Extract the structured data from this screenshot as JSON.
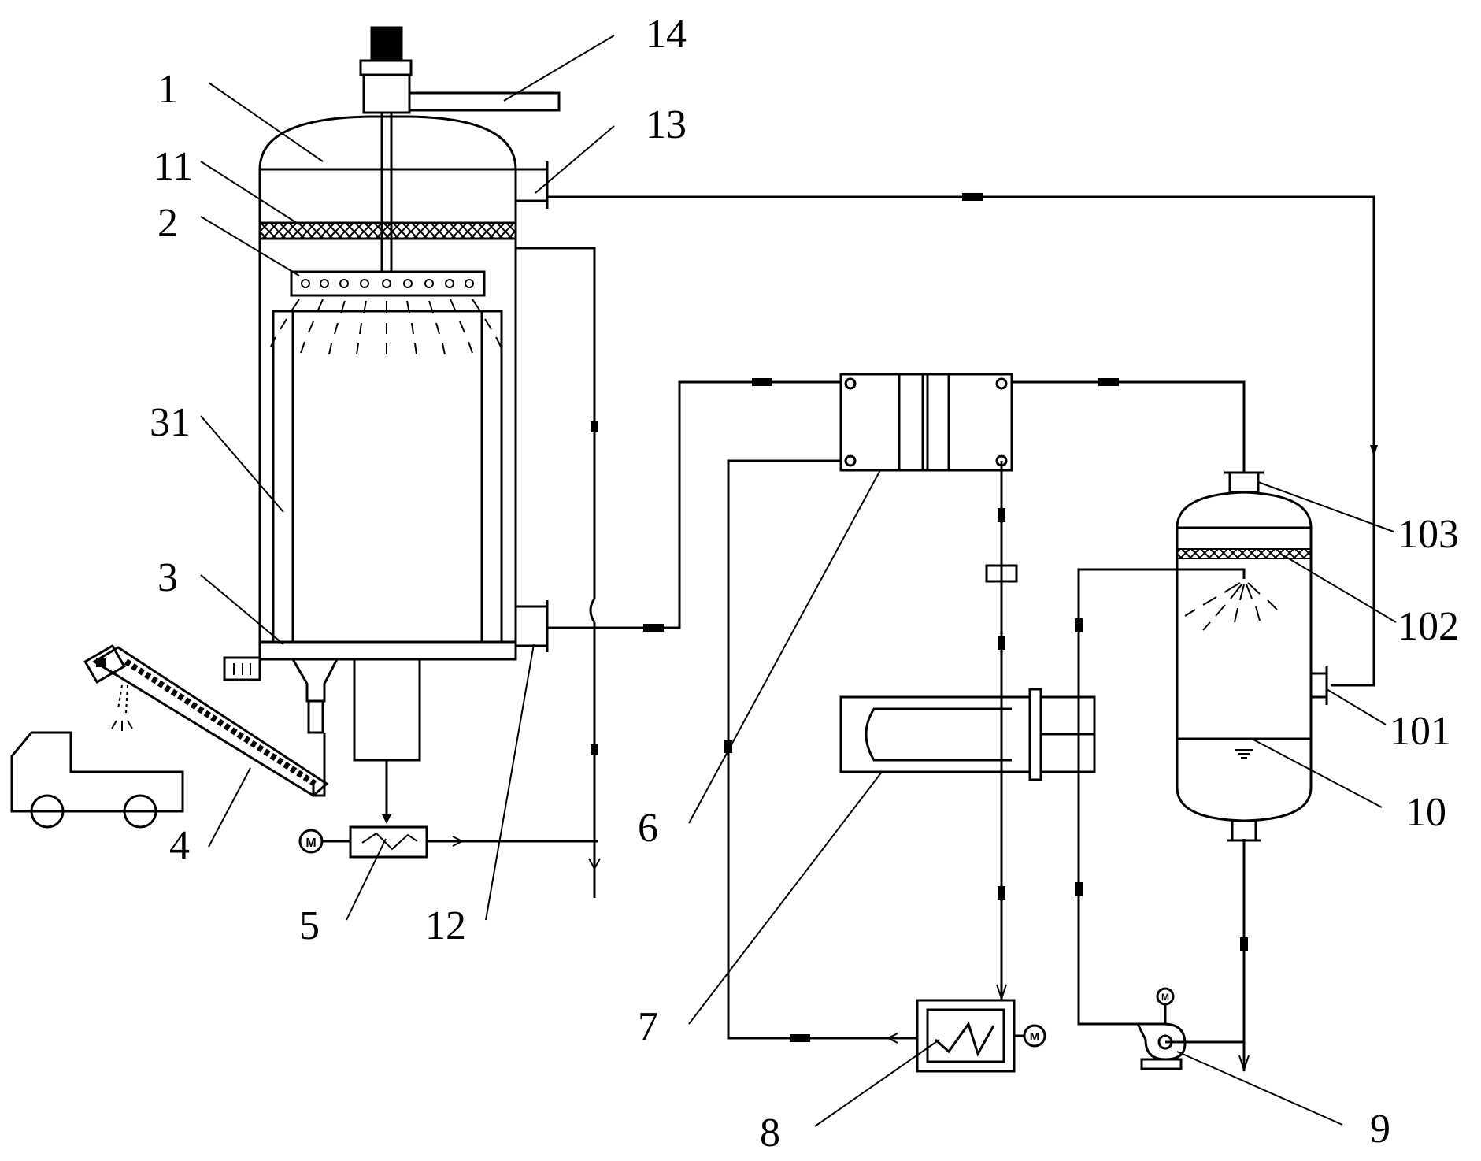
{
  "labels": {
    "l1": "1",
    "l2": "2",
    "l3": "3",
    "l4": "4",
    "l5": "5",
    "l6": "6",
    "l7": "7",
    "l8": "8",
    "l9": "9",
    "l10": "10",
    "l11": "11",
    "l12": "12",
    "l13": "13",
    "l14": "14",
    "l31": "31",
    "l101": "101",
    "l102": "102",
    "l103": "103"
  },
  "symbols": {
    "motor_small": "M",
    "motor_heater": "M",
    "motor_pump": "M"
  },
  "colors": {
    "line": "#000000",
    "background": "#ffffff"
  }
}
